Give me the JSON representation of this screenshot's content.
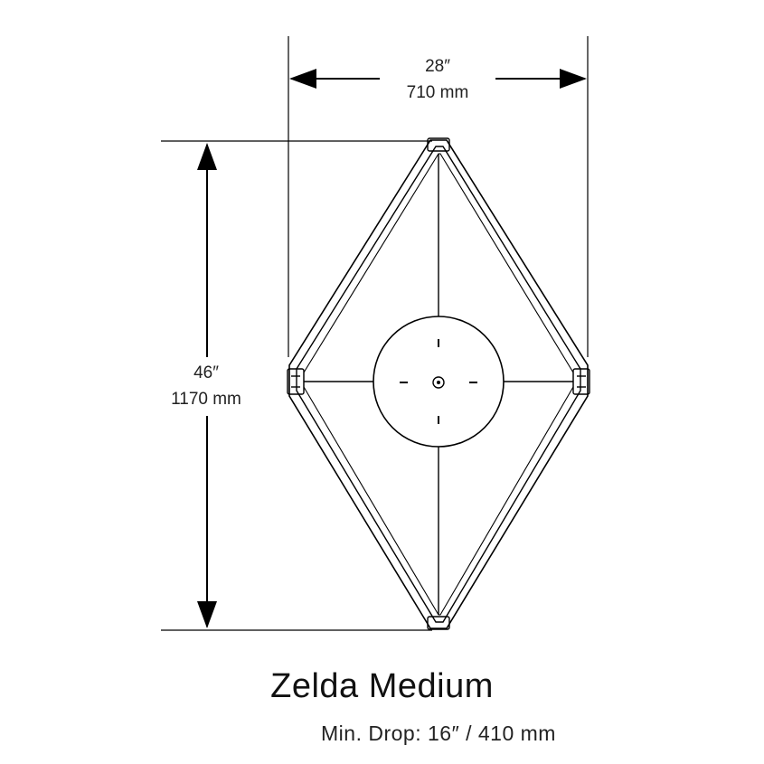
{
  "dimensions": {
    "width_in": "28″",
    "width_mm": "710 mm",
    "height_in": "46″",
    "height_mm": "1170 mm"
  },
  "product": {
    "name": "Zelda Medium",
    "min_drop": "Min. Drop: 16″ / 410 mm"
  }
}
